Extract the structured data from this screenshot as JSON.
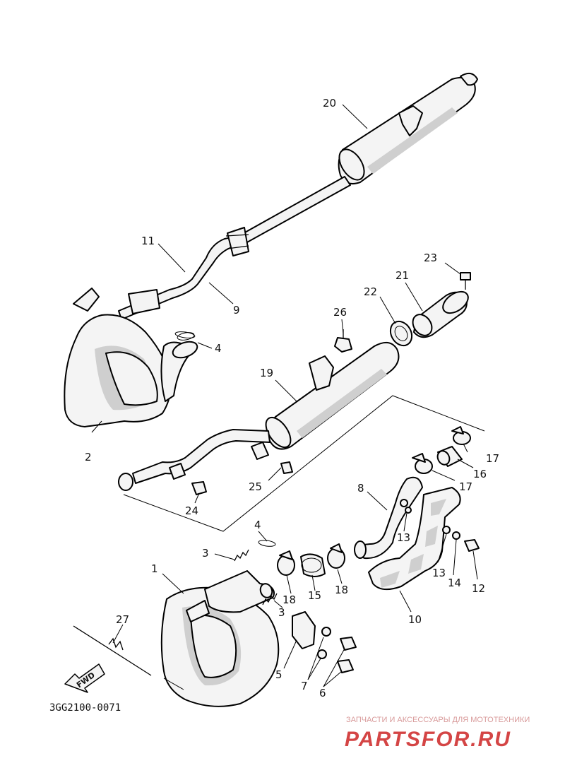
{
  "diagram": {
    "callouts": [
      "1",
      "2",
      "3",
      "3",
      "4",
      "4",
      "5",
      "6",
      "7",
      "8",
      "9",
      "10",
      "11",
      "12",
      "13",
      "13",
      "14",
      "15",
      "16",
      "17",
      "17",
      "18",
      "18",
      "19",
      "20",
      "21",
      "22",
      "23",
      "24",
      "25",
      "26",
      "27"
    ],
    "fwd_label": "FWD",
    "drawing_code": "3GG2100-0071"
  },
  "watermark": {
    "tagline": "ЗАПЧАСТИ И АКСЕССУАРЫ ДЛЯ МОТОТЕХНИКИ",
    "brand": "PARTSFOR.RU",
    "color": "#d44545"
  }
}
